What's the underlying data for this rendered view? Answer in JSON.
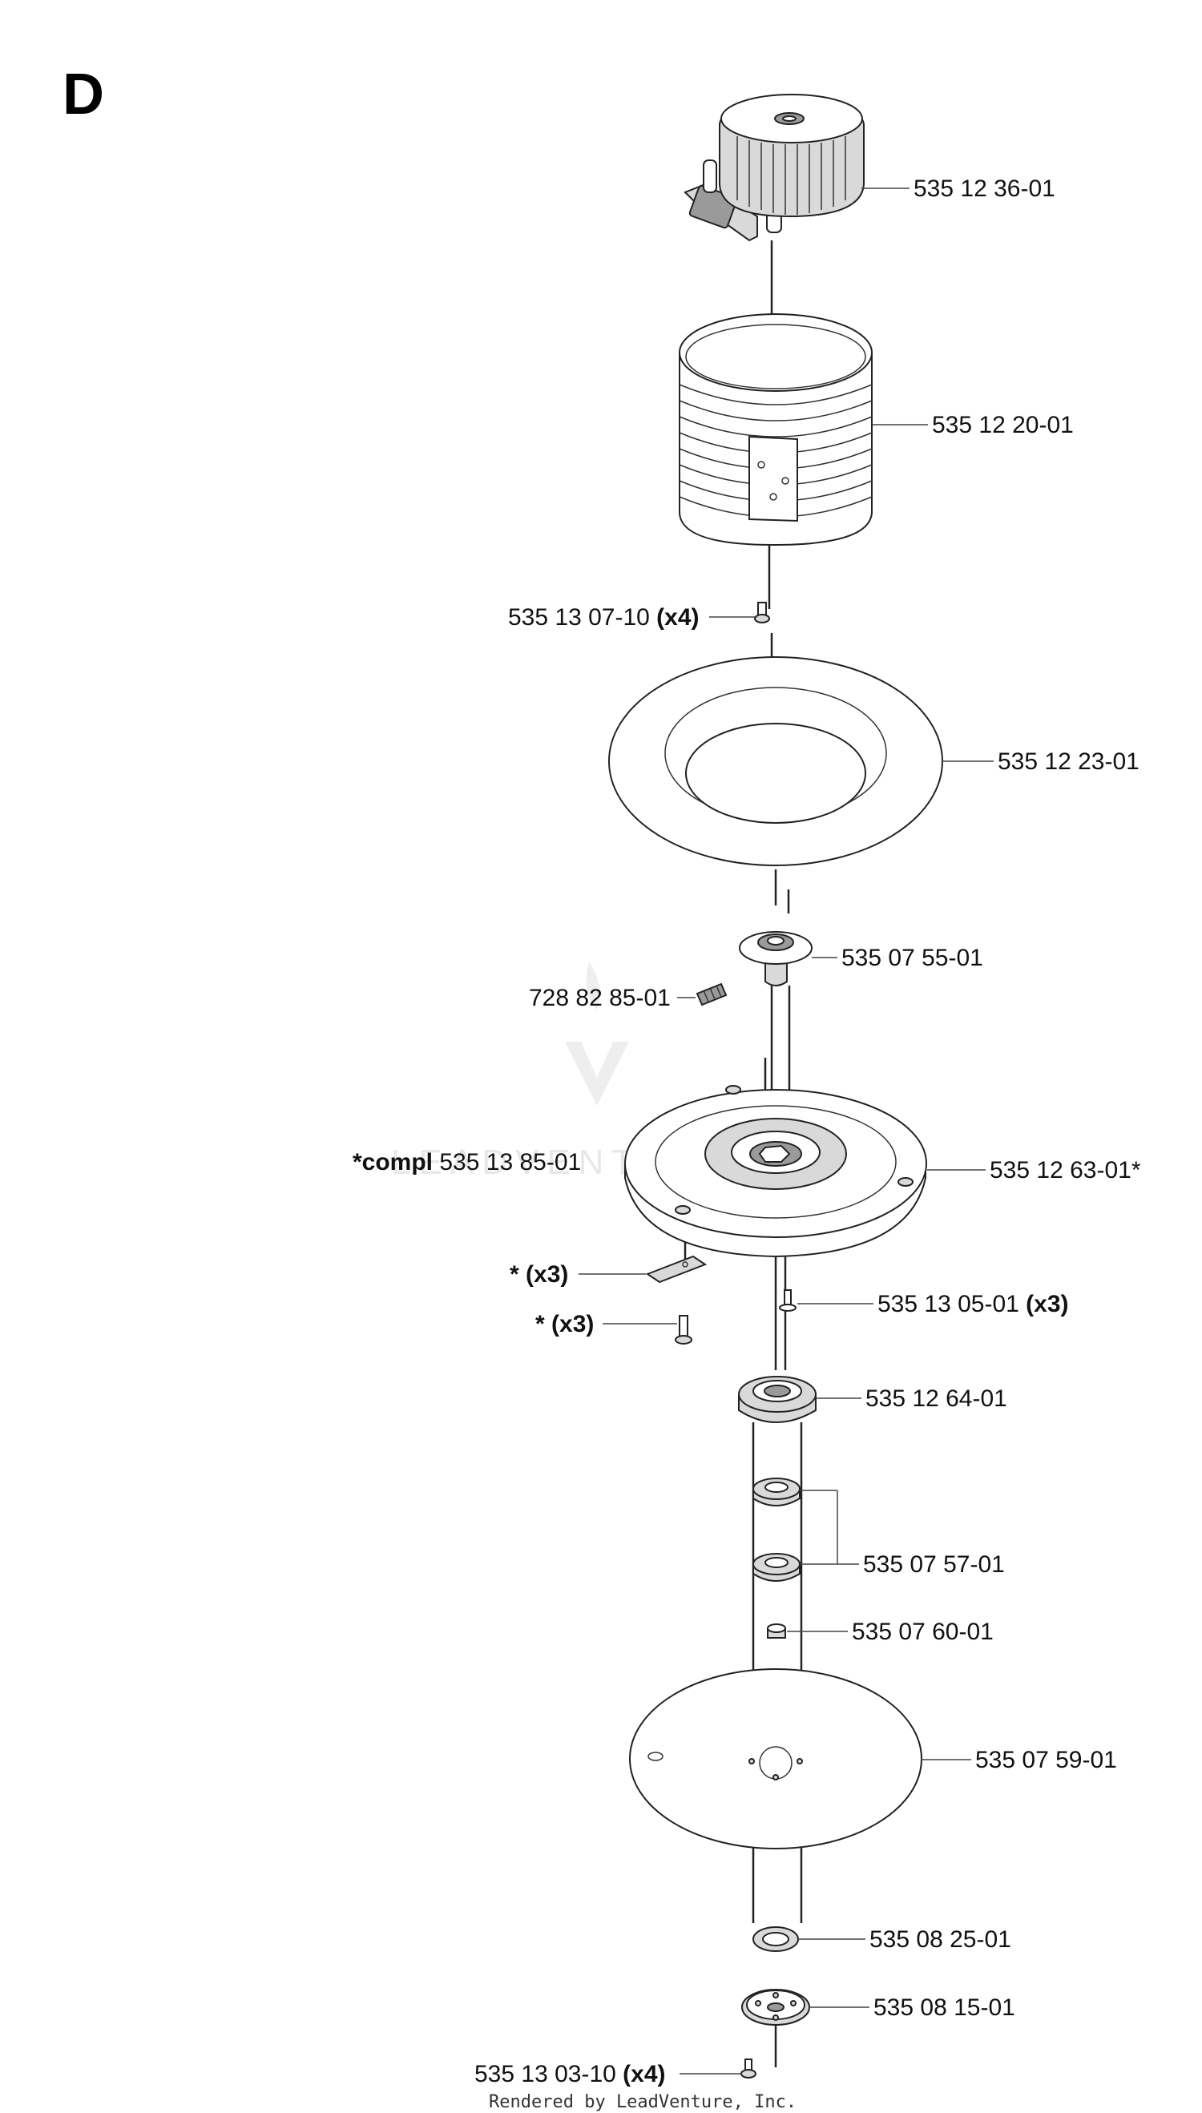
{
  "section_letter": "D",
  "watermark": "LEADVENTURE",
  "footer": "Rendered by LeadVenture, Inc.",
  "parts": [
    {
      "id": "motor",
      "number": "535 12 36-01",
      "qty": ""
    },
    {
      "id": "motor-cover",
      "number": "535 12 20-01",
      "qty": ""
    },
    {
      "id": "cover-screw",
      "number": "535 13 07-10",
      "qty": "(x4)"
    },
    {
      "id": "flange-ring",
      "number": "535 12 23-01",
      "qty": ""
    },
    {
      "id": "hub",
      "number": "535 07 55-01",
      "qty": ""
    },
    {
      "id": "set-screw",
      "number": "728 82 85-01",
      "qty": ""
    },
    {
      "id": "blade-plate-compl",
      "number": "*compl 535 13 85-01",
      "qty": ""
    },
    {
      "id": "blade-plate",
      "number": "535 12 63-01*",
      "qty": ""
    },
    {
      "id": "blade",
      "number": "*",
      "qty": "(x3)"
    },
    {
      "id": "blade-screw",
      "number": "*",
      "qty": "(x3)"
    },
    {
      "id": "plate-screw",
      "number": "535 13 05-01",
      "qty": "(x3)"
    },
    {
      "id": "bearing-housing",
      "number": "535 12 64-01",
      "qty": ""
    },
    {
      "id": "bearings",
      "number": "535 07 57-01",
      "qty": ""
    },
    {
      "id": "nut",
      "number": "535 07 60-01",
      "qty": ""
    },
    {
      "id": "skid-plate",
      "number": "535 07 59-01",
      "qty": ""
    },
    {
      "id": "washer",
      "number": "535 08 25-01",
      "qty": ""
    },
    {
      "id": "bottom-hub",
      "number": "535 08 15-01",
      "qty": ""
    },
    {
      "id": "bottom-screw",
      "number": "535 13 03-10",
      "qty": "(x4)"
    }
  ]
}
